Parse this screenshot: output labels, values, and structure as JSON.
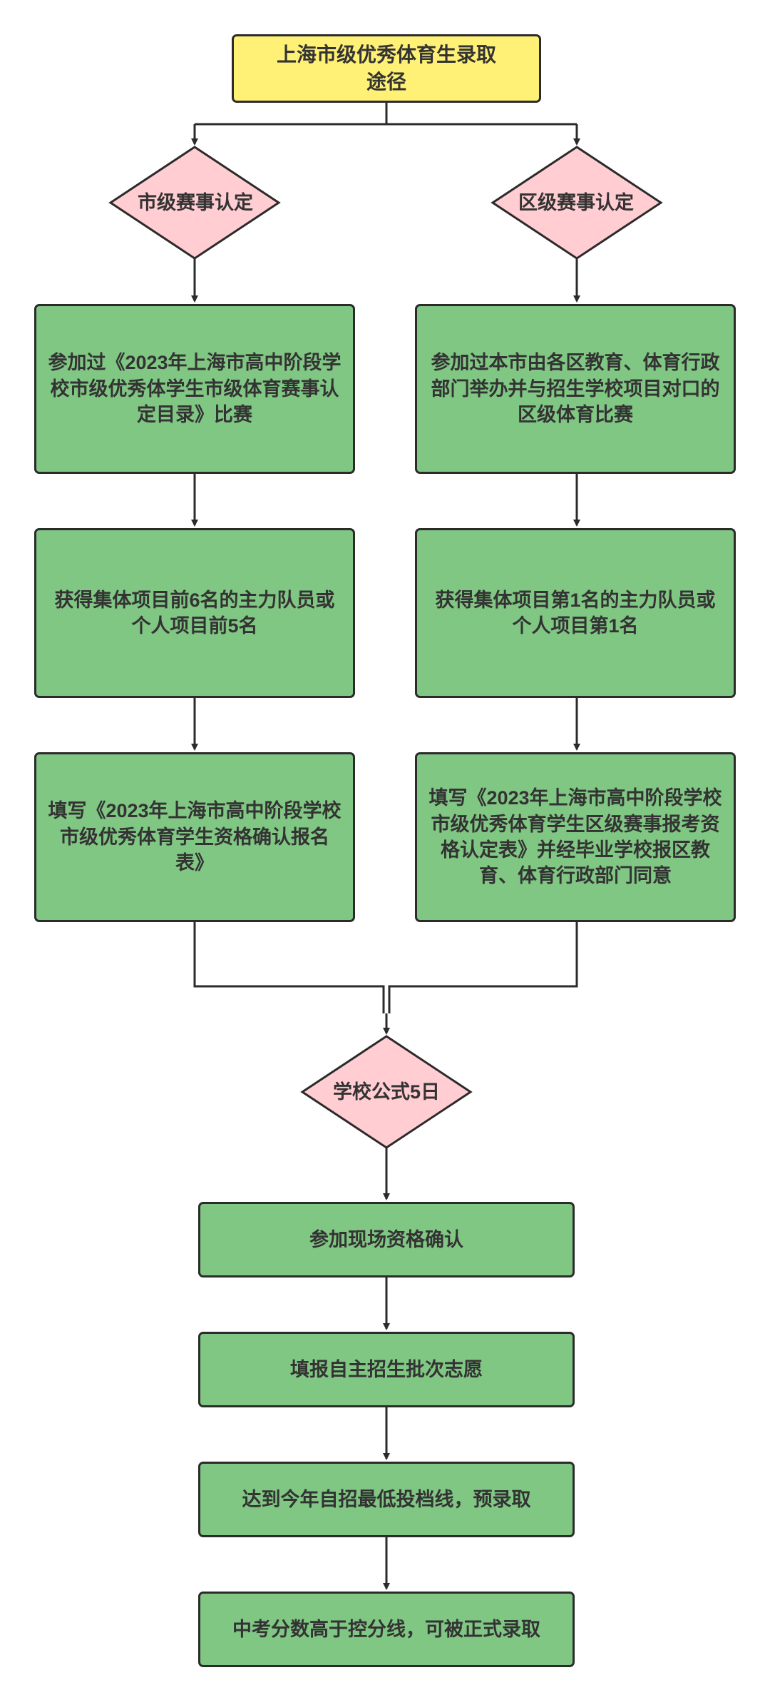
{
  "colors": {
    "title_fill": "#fff176",
    "decision_fill": "#ffcdd2",
    "process_fill": "#81c784",
    "stroke": "#2b2b2b"
  },
  "title": "上海市级优秀体育生录取途径",
  "decisions": {
    "city": "市级赛事认定",
    "district": "区级赛事认定",
    "publicity": "学校公式5日"
  },
  "city_path": {
    "step1": "参加过《2023年上海市高中阶段学校市级优秀体学生市级体育赛事认定目录》比赛",
    "step2": "获得集体项目前6名的主力队员或个人项目前5名",
    "step3": "填写《2023年上海市高中阶段学校市级优秀体育学生资格确认报名表》"
  },
  "district_path": {
    "step1": "参加过本市由各区教育、体育行政部门举办并与招生学校项目对口的区级体育比赛",
    "step2": "获得集体项目第1名的主力队员或个人项目第1名",
    "step3": "填写《2023年上海市高中阶段学校市级优秀体育学生区级赛事报考资格认定表》并经毕业学校报区教育、体育行政部门同意"
  },
  "final_steps": {
    "step1": "参加现场资格确认",
    "step2": "填报自主招生批次志愿",
    "step3": "达到今年自招最低投档线，预录取",
    "step4": "中考分数高于控分线，可被正式录取"
  }
}
